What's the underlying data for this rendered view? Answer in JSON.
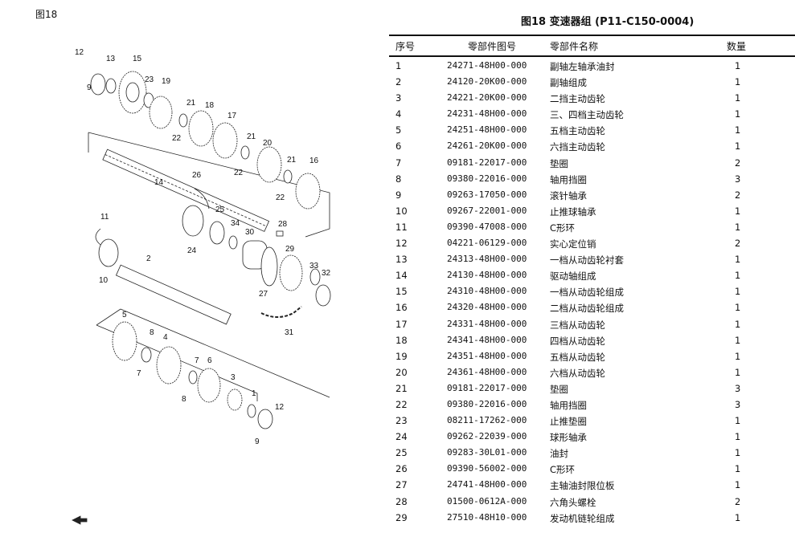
{
  "figure_label": "图18",
  "title": "图18 变速器组 (P11-C150-0004)",
  "columns": [
    "序号",
    "零部件图号",
    "零部件名称",
    "数量"
  ],
  "rows": [
    [
      "1",
      "24271-48H00-000",
      "副轴左轴承油封",
      "1"
    ],
    [
      "2",
      "24120-20K00-000",
      "副轴组成",
      "1"
    ],
    [
      "3",
      "24221-20K00-000",
      "二挡主动齿轮",
      "1"
    ],
    [
      "4",
      "24231-48H00-000",
      "三、四档主动齿轮",
      "1"
    ],
    [
      "5",
      "24251-48H00-000",
      "五档主动齿轮",
      "1"
    ],
    [
      "6",
      "24261-20K00-000",
      "六挡主动齿轮",
      "1"
    ],
    [
      "7",
      "09181-22017-000",
      "垫圈",
      "2"
    ],
    [
      "8",
      "09380-22016-000",
      "轴用挡圈",
      "3"
    ],
    [
      "9",
      "09263-17050-000",
      "滚针轴承",
      "2"
    ],
    [
      "10",
      "09267-22001-000",
      "止推球轴承",
      "1"
    ],
    [
      "11",
      "09390-47008-000",
      "C形环",
      "1"
    ],
    [
      "12",
      "04221-06129-000",
      "实心定位销",
      "2"
    ],
    [
      "13",
      "24313-48H00-000",
      "一档从动齿轮衬套",
      "1"
    ],
    [
      "14",
      "24130-48H00-000",
      "驱动轴组成",
      "1"
    ],
    [
      "15",
      "24310-48H00-000",
      "一档从动齿轮组成",
      "1"
    ],
    [
      "16",
      "24320-48H00-000",
      "二档从动齿轮组成",
      "1"
    ],
    [
      "17",
      "24331-48H00-000",
      "三档从动齿轮",
      "1"
    ],
    [
      "18",
      "24341-48H00-000",
      "四档从动齿轮",
      "1"
    ],
    [
      "19",
      "24351-48H00-000",
      "五档从动齿轮",
      "1"
    ],
    [
      "20",
      "24361-48H00-000",
      "六档从动齿轮",
      "1"
    ],
    [
      "21",
      "09181-22017-000",
      "垫圈",
      "3"
    ],
    [
      "22",
      "09380-22016-000",
      "轴用挡圈",
      "3"
    ],
    [
      "23",
      "08211-17262-000",
      "止推垫圈",
      "1"
    ],
    [
      "24",
      "09262-22039-000",
      "球形轴承",
      "1"
    ],
    [
      "25",
      "09283-30L01-000",
      "油封",
      "1"
    ],
    [
      "26",
      "09390-56002-000",
      "C形环",
      "1"
    ],
    [
      "27",
      "24741-48H00-000",
      "主轴油封限位板",
      "1"
    ],
    [
      "28",
      "01500-0612A-000",
      "六角头螺栓",
      "2"
    ],
    [
      "29",
      "27510-48H10-000",
      "发动机链轮组成",
      "1"
    ]
  ],
  "callouts": [
    "12",
    "13",
    "15",
    "9",
    "23",
    "19",
    "21",
    "18",
    "17",
    "22",
    "21",
    "20",
    "22",
    "21",
    "16",
    "22",
    "26",
    "14",
    "25",
    "34",
    "30",
    "28",
    "11",
    "24",
    "29",
    "2",
    "33",
    "32",
    "10",
    "27",
    "31",
    "5",
    "8",
    "4",
    "7",
    "7",
    "6",
    "3",
    "8",
    "9",
    "1",
    "12"
  ]
}
